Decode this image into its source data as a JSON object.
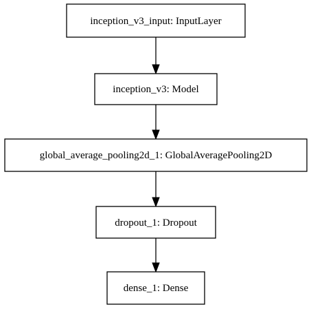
{
  "diagram": {
    "nodes": [
      {
        "id": "n1",
        "label": "inception_v3_input: InputLayer"
      },
      {
        "id": "n2",
        "label": "inception_v3: Model"
      },
      {
        "id": "n3",
        "label": "global_average_pooling2d_1: GlobalAveragePooling2D"
      },
      {
        "id": "n4",
        "label": "dropout_1: Dropout"
      },
      {
        "id": "n5",
        "label": "dense_1: Dense"
      }
    ],
    "edges": [
      {
        "from": "n1",
        "to": "n2"
      },
      {
        "from": "n2",
        "to": "n3"
      },
      {
        "from": "n3",
        "to": "n4"
      },
      {
        "from": "n4",
        "to": "n5"
      }
    ]
  }
}
